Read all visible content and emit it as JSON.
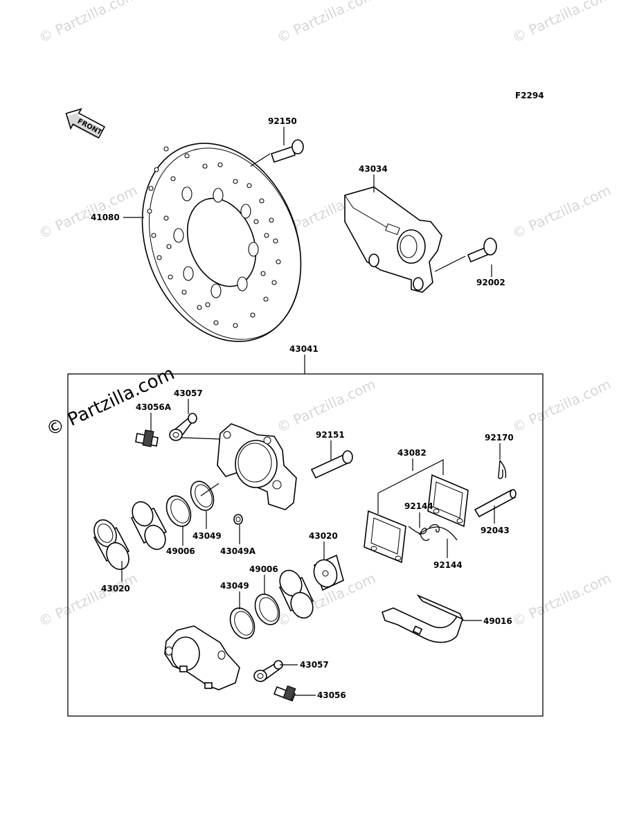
{
  "diagram_code": "F2294",
  "front_arrow_text": "FRONT",
  "watermark": {
    "text": "© Partzilla.com",
    "main_text": "© Partzilla.com"
  },
  "parts": {
    "p92150": "92150",
    "p41080": "41080",
    "p43034": "43034",
    "p92002": "92002",
    "p43041": "43041",
    "p43057_top": "43057",
    "p43056A": "43056A",
    "p92151": "92151",
    "p43082": "43082",
    "p92170": "92170",
    "p92144_left": "92144",
    "p92144_right": "92144",
    "p92043": "92043",
    "p43049_top": "43049",
    "p43049A": "43049A",
    "p49006_top": "49006",
    "p43020_left": "43020",
    "p43020_right": "43020",
    "p49006_bottom": "49006",
    "p43049_bottom": "43049",
    "p49016": "49016",
    "p43057_bottom": "43057",
    "p43056": "43056"
  }
}
